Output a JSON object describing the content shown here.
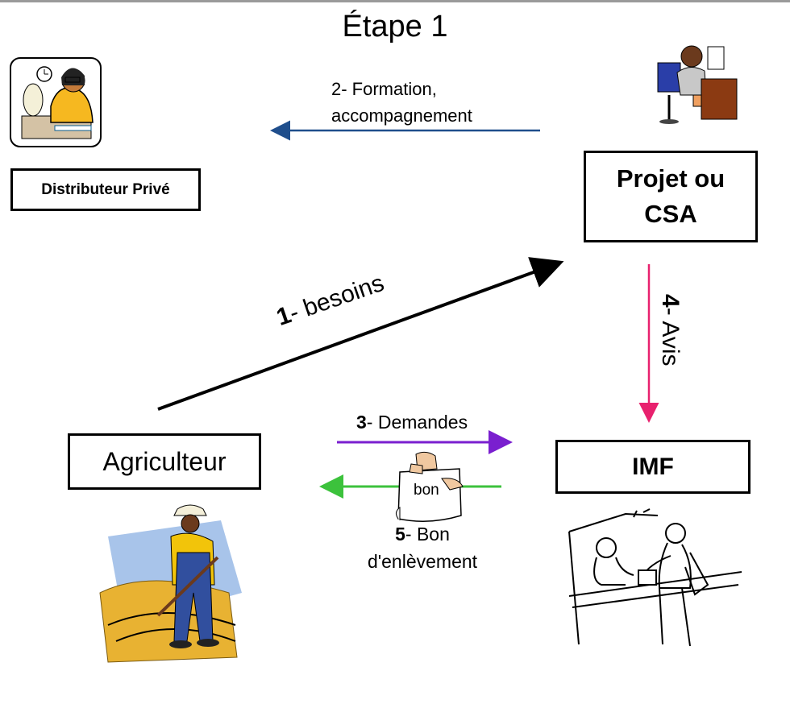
{
  "title": "Étape 1",
  "boxes": {
    "distributeur": "Distributeur Privé",
    "projet_line1": "Projet ou",
    "projet_line2": "CSA",
    "agriculteur": "Agriculteur",
    "imf": "IMF"
  },
  "arrows": {
    "formation_line1": "2- Formation,",
    "formation_line2": "accompagnement",
    "besoins_num": "1",
    "besoins_text": "- besoins",
    "demandes_num": "3",
    "demandes_text": "- Demandes",
    "avis_num": "4",
    "avis_text": "- Avis",
    "bon_num": "5",
    "bon_text_line1": "- Bon",
    "bon_text_line2": "d'enlèvement"
  },
  "document_label": "bon",
  "colors": {
    "formation_arrow": "#1f4e8c",
    "besoins_arrow": "#000000",
    "avis_arrow": "#e8216e",
    "demandes_arrow": "#7a1fcf",
    "bon_arrow": "#3cc23c"
  }
}
